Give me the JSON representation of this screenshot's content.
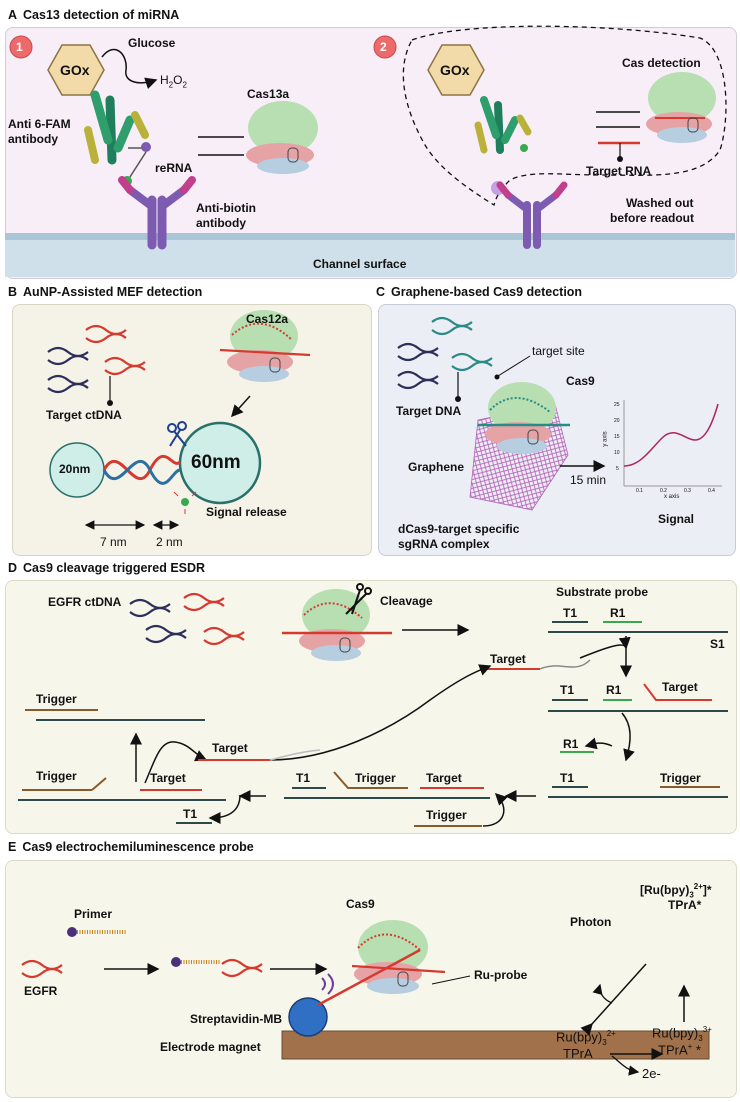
{
  "panelA": {
    "header_letter": "A",
    "header_title": "Cas13 detection of miRNA",
    "step1_num": "1",
    "step2_num": "2",
    "gox": "GOx",
    "glucose": "Glucose",
    "h2o2_a": "H",
    "h2o2_b": "2",
    "h2o2_c": "O",
    "h2o2_d": "2",
    "cas13a": "Cas13a",
    "anti_fam_1": "Anti 6-FAM",
    "anti_fam_2": "antibody",
    "rerna": "reRNA",
    "anti_biotin_1": "Anti-biotin",
    "anti_biotin_2": "antibody",
    "cas_detection": "Cas detection",
    "target_rna": "Target RNA",
    "washed_1": "Washed out",
    "washed_2": "before readout",
    "channel": "Channel surface"
  },
  "panelB": {
    "header_letter": "B",
    "header_title": "AuNP-Assisted MEF detection",
    "cas12a": "Cas12a",
    "target_ctdna": "Target ctDNA",
    "np20": "20nm",
    "np60": "60nm",
    "signal_release": "Signal release",
    "d7": "7 nm",
    "d2": "2 nm"
  },
  "panelC": {
    "header_letter": "C",
    "header_title": "Graphene-based Cas9 detection",
    "target_site": "target site",
    "cas9": "Cas9",
    "target_dna": "Target DNA",
    "graphene": "Graphene",
    "time": "15 min",
    "dcas_1": "dCas9-target specific",
    "dcas_2": "sgRNA complex",
    "signal": "Signal",
    "mini_ylabel": "y axis",
    "mini_xlabel": "x axis",
    "mini_yticks": [
      "25",
      "20",
      "15",
      "10",
      "5"
    ],
    "mini_xticks": [
      "0.1",
      "0.2",
      "0.3",
      "0.4"
    ]
  },
  "panelD": {
    "header_letter": "D",
    "header_title": "Cas9 cleavage triggered ESDR",
    "egfr_ctdna": "EGFR ctDNA",
    "cleavage": "Cleavage",
    "substrate_probe": "Substrate probe",
    "t1": "T1",
    "r1": "R1",
    "s1": "S1",
    "target": "Target",
    "trigger": "Trigger"
  },
  "panelE": {
    "header_letter": "E",
    "header_title": "Cas9 electrochemiluminescence probe",
    "primer": "Primer",
    "egfr": "EGFR",
    "cas9": "Cas9",
    "ru_probe": "Ru-probe",
    "streptavidin": "Streptavidin-MB",
    "electrode": "Electrode magnet",
    "photon": "Photon",
    "ru_excited_a": "[Ru(bpy)",
    "ru_excited_b": "3",
    "ru_excited_c": "2+",
    "ru_excited_d": "]*",
    "tpra_star": "TPrA*",
    "ru2_a": "Ru(bpy)",
    "ru2_b": "3",
    "ru2_c": "2+",
    "tpra": "TPrA",
    "ru3_a": "Ru(bpy)",
    "ru3_b": "3",
    "ru3_c": "3+",
    "tpra_plus": "TPrA",
    "tpra_plus_sup": "+",
    "tpra_plus_star": " *",
    "electrons": "2e-"
  },
  "colors": {
    "panelA_bg": "#f7eef7",
    "panel_bg": "#f5f3e8",
    "panelC_bg": "#eceef5",
    "dna_red": "#d63a2f",
    "dna_navy": "#2c2f5a",
    "dna_teal": "#2a8a86",
    "gox": "#f3dba9",
    "cas_green": "#b7dfb2",
    "cas_pink": "#e6a3a6",
    "cas_blue": "#b7cde0",
    "np": "#cfeee8",
    "antibody_purple": "#7d5bb1",
    "graphene": "#b55fb6",
    "surface": "#cfe0ea",
    "electrode": "#a0714a",
    "bead": "#2f6fc4"
  }
}
